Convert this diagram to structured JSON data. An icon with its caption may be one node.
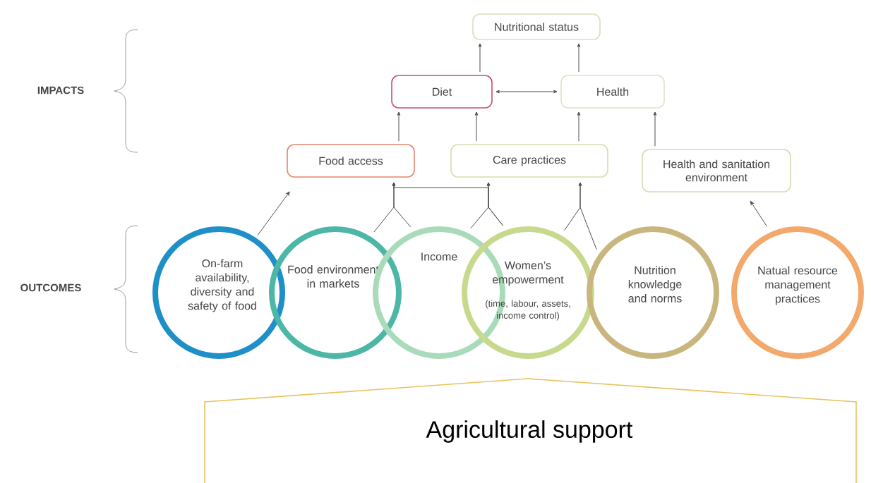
{
  "diagram": {
    "nodes": [
      {
        "text": [
          "Nutritional status"
        ]
      },
      {
        "text": [
          "Diet"
        ]
      },
      {
        "text": [
          "Health"
        ]
      },
      {
        "text": [
          "Food access"
        ]
      },
      {
        "text": [
          "Care practices"
        ]
      },
      {
        "text": [
          "Health and sanitation environment"
        ]
      },
      {
        "text": [
          "On-farm availability, diversity and safety of food"
        ]
      },
      {
        "text": [
          "Food environment in markets"
        ]
      },
      {
        "text": [
          "Income"
        ]
      },
      {
        "text": [
          "Women’s empowerment",
          "(time, labour, assets, income control)"
        ]
      },
      {
        "text": [
          "Nutrition knowledge and norms"
        ]
      },
      {
        "text": [
          "Natual resource management practices"
        ]
      },
      {
        "text": [
          "Agricultural support"
        ]
      }
    ],
    "edges": [
      {
        "from": 1,
        "to": 0,
        "arrow": "to"
      },
      {
        "from": 2,
        "to": 0,
        "arrow": "to"
      },
      {
        "from": 1,
        "to": 2,
        "arrow": "both"
      },
      {
        "from": 3,
        "to": 1,
        "arrow": "to"
      },
      {
        "from": 4,
        "to": 1,
        "arrow": "to"
      },
      {
        "from": 4,
        "to": 2,
        "arrow": "to"
      },
      {
        "from": 5,
        "to": 2,
        "arrow": "to"
      },
      {
        "from": 6,
        "to": 3,
        "arrow": "to"
      },
      {
        "from": 7,
        "to": 3,
        "arrow": "to"
      },
      {
        "from": 8,
        "to": 3,
        "arrow": "to"
      },
      {
        "from": 8,
        "to": 4,
        "arrow": "to"
      },
      {
        "from": 9,
        "to": 4,
        "arrow": "to"
      },
      {
        "from": 9,
        "to": 3,
        "arrow": "to"
      },
      {
        "from": 9,
        "to": 4,
        "arrow": "to"
      },
      {
        "from": 10,
        "to": 4,
        "arrow": "to"
      },
      {
        "from": 11,
        "to": 5,
        "arrow": "to"
      }
    ],
    "labels": [
      "IMPACTS",
      "OUTCOMES"
    ]
  }
}
